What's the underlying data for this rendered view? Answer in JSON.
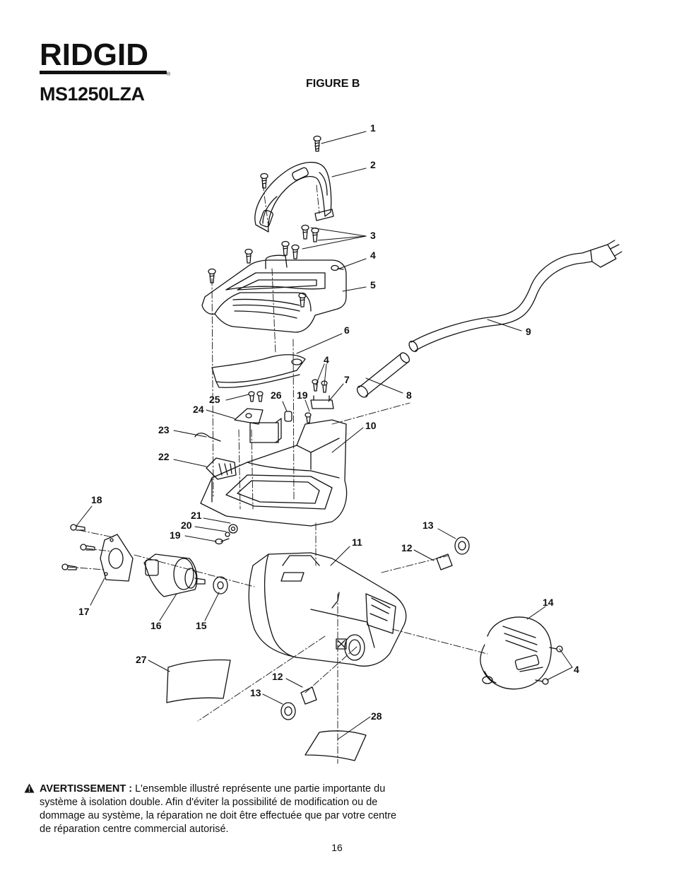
{
  "brand": "RIDGID",
  "brand_mark": "®",
  "model": "MS1250LZA",
  "figure_title": "FIGURE B",
  "callouts": [
    "1",
    "2",
    "3",
    "4",
    "5",
    "6",
    "4",
    "7",
    "8",
    "9",
    "25",
    "26",
    "19",
    "24",
    "10",
    "23",
    "22",
    "18",
    "21",
    "20",
    "19",
    "13",
    "11",
    "12",
    "17",
    "16",
    "15",
    "14",
    "4",
    "27",
    "12",
    "13",
    "28"
  ],
  "warning": {
    "label": "AVERTISSEMENT :",
    "text": "L'ensemble illustré représente une partie importante du système à isolation double. Afin d'éviter la possibilité de modification ou de dommage au système, la réparation ne doit être effectuée que par votre centre de réparation centre commercial autorisé."
  },
  "page_number": "16"
}
